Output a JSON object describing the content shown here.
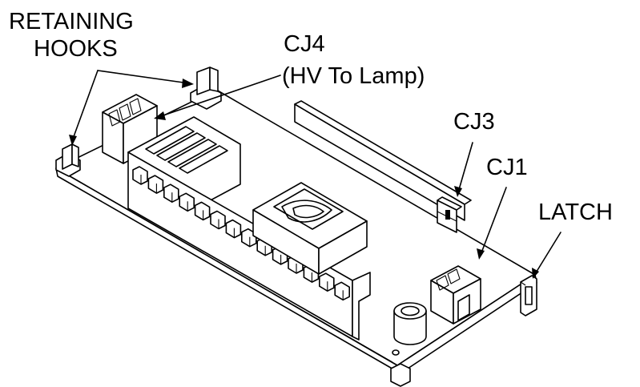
{
  "labels": {
    "retaining_hooks_line1": "RETAINING",
    "retaining_hooks_line2": "HOOKS",
    "cj4_line1": "CJ4",
    "cj4_line2": "(HV To Lamp)",
    "cj3": "CJ3",
    "cj1": "CJ1",
    "latch": "LATCH"
  },
  "colors": {
    "ink": "#000000",
    "paper": "#ffffff"
  }
}
